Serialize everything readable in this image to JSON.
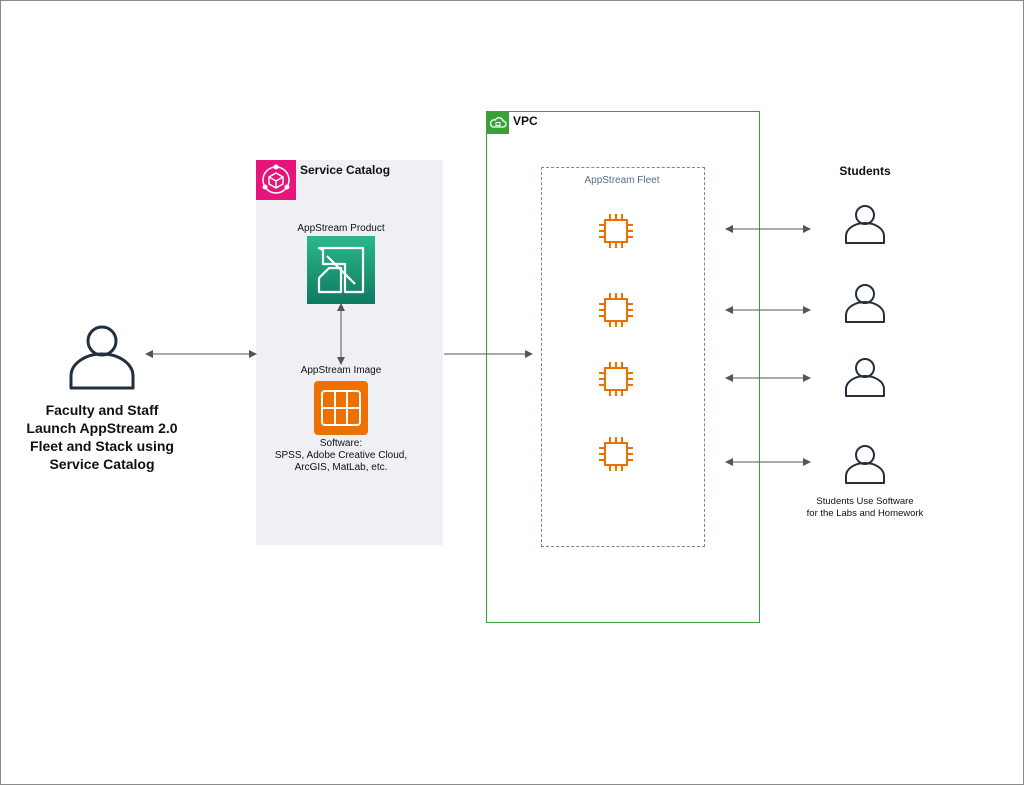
{
  "faculty": {
    "lines": [
      "Faculty and Staff",
      "Launch AppStream 2.0",
      "Fleet and Stack using",
      "Service Catalog"
    ]
  },
  "service_catalog": {
    "title": "Service Catalog",
    "product_label": "AppStream Product",
    "image_label": "AppStream Image",
    "software_lines": [
      "Software:",
      "SPSS, Adobe Creative Cloud,",
      "ArcGIS, MatLab, etc."
    ]
  },
  "vpc": {
    "title": "VPC",
    "fleet_label": "AppStream Fleet"
  },
  "students": {
    "title": "Students",
    "caption_lines": [
      "Students Use Software",
      "for the Labs and Homework"
    ]
  },
  "colors": {
    "service_catalog_accent": "#e7157b",
    "vpc_green": "#3aa03a",
    "instance_orange": "#ed7100",
    "product_teal": "#1a9c74"
  },
  "icons": {
    "service_catalog": "service-catalog-icon",
    "vpc": "vpc-cloud-icon",
    "appstream_product": "appstream-icon",
    "appstream_image": "appstream-image-icon",
    "instance": "ec2-instance-icon",
    "user": "user-icon"
  }
}
